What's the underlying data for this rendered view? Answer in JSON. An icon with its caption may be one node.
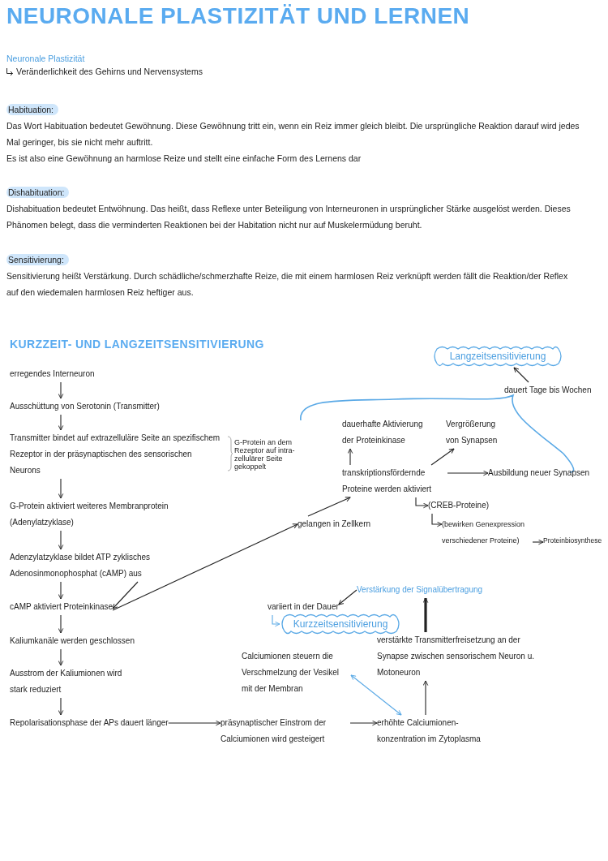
{
  "diagram": {
    "title": "NEURONALE PLASTIZITÄT UND LERNEN",
    "nodes": [
      {
        "text": [
          "erregendes Interneuron"
        ]
      },
      {
        "text": [
          "Ausschüttung von Serotonin (Transmitter)"
        ]
      },
      {
        "text": [
          "Transmitter bindet auf extrazelluläre Seite an spezifischem Rezeptor in der präsynaptischen des sensorischen Neurons"
        ],
        "beside": [
          "G-Protein an dem Rezeptor auf intra-zellulärer Seite gekoppelt"
        ]
      },
      {
        "text": [
          "G-Protein aktiviert weiteres Membranprotein (Adenylatzyklase)"
        ]
      },
      {
        "text": [
          "Adenzylatzyklase bildet ATP zyklisches Adenosinmonophosphat (cAMP) aus"
        ]
      },
      {
        "text": [
          "cAMP aktiviert Proteinkinase"
        ]
      },
      {
        "text": [
          "Kaliumkanäle werden geschlossen"
        ]
      },
      {
        "text": [
          "Ausstrom der Kaliumionen wird stark reduziert"
        ]
      },
      {
        "text": [
          "Repolarisationsphase der APs dauert länger"
        ]
      },
      {
        "text": [
          "präsynaptischer Einstrom der Calciumionen wird gesteigert"
        ]
      },
      {
        "text": [
          "erhöhte Calciumionen-konzentration im Zytoplasma"
        ]
      },
      {
        "text": [
          "Calciumionen steuern die Verschmelzung der Vesikel mit der Membran"
        ]
      },
      {
        "text": [
          "verstärkte Transmitterfreisetzung an der Synapse zwischen sensorischem Neuron u. Motoneuron"
        ]
      },
      {
        "text": [
          "Verstärkung der Signalübertragung"
        ]
      },
      {
        "text": [
          "Kurzzeitsensitivierung"
        ]
      },
      {
        "text": [
          "variiert in der Dauer"
        ]
      },
      {
        "text": [
          "gelangen in Zellkern"
        ]
      },
      {
        "text": [
          "transkriptionsfördernde Proteine werden aktiviert"
        ]
      },
      {
        "text": [
          "dauerhafte Aktivierung der Proteinkinase"
        ]
      },
      {
        "text": [
          "Vergrößerung von Synapsen"
        ]
      },
      {
        "text": [
          "Ausbildung neuer Synapsen"
        ]
      },
      {
        "text": [
          "(CREB-Proteine)"
        ]
      },
      {
        "text": [
          "(bewirken Genexpression verschiedener Proteine)"
        ]
      },
      {
        "text": [
          "Proteinbiosynthese"
        ]
      },
      {
        "text": [
          "Langzeitsensitivierung"
        ]
      },
      {
        "text": [
          "dauert Tage bis Wochen"
        ]
      }
    ],
    "edges": [
      {
        "from": 0,
        "to": 1,
        "arrow": "to"
      },
      {
        "from": 1,
        "to": 2,
        "arrow": "to"
      },
      {
        "from": 2,
        "to": 3,
        "arrow": "to"
      },
      {
        "from": 3,
        "to": 4,
        "arrow": "to"
      },
      {
        "from": 4,
        "to": 5,
        "arrow": "to"
      },
      {
        "from": 5,
        "to": 6,
        "arrow": "to"
      },
      {
        "from": 6,
        "to": 7,
        "arrow": "to"
      },
      {
        "from": 7,
        "to": 8,
        "arrow": "to"
      },
      {
        "from": 4,
        "to": 5,
        "arrow": "to"
      },
      {
        "from": 5,
        "to": 16,
        "arrow": "to"
      },
      {
        "from": 8,
        "to": 9,
        "arrow": "to"
      },
      {
        "from": 9,
        "to": 10,
        "arrow": "to"
      },
      {
        "from": 10,
        "to": 12,
        "arrow": "to"
      },
      {
        "from": 10,
        "to": 11,
        "arrow": "both",
        "color": "#5aa9e6"
      },
      {
        "from": 12,
        "to": 13,
        "arrow": "to",
        "style": "thick"
      },
      {
        "from": 13,
        "to": 15,
        "arrow": "to"
      },
      {
        "from": 15,
        "to": 14,
        "arrow": "to",
        "color": "#5aa9e6"
      },
      {
        "from": 16,
        "to": 17,
        "arrow": "to"
      },
      {
        "from": 17,
        "to": 18,
        "arrow": "to"
      },
      {
        "from": 17,
        "to": 19,
        "arrow": "to"
      },
      {
        "from": 17,
        "to": 20,
        "arrow": "to"
      },
      {
        "from": 17,
        "to": 21,
        "arrow": "to"
      },
      {
        "from": 21,
        "to": 22,
        "arrow": "to"
      },
      {
        "from": 22,
        "to": 23,
        "arrow": "to"
      },
      {
        "from": 25,
        "to": 24,
        "arrow": "to"
      }
    ],
    "labels": [
      "Neuronale Plastizität",
      "Veränderlichkeit des Gehirns und Nervensystems",
      "Habituation:",
      "Das Wort Habituation bedeutet Gewöhnung. Diese Gewöhnung tritt ein, wenn ein Reiz immer gleich bleibt. Die ursprüngliche Reaktion darauf wird jedes Mal geringer, bis sie nicht mehr auftritt.",
      "Es ist also eine Gewöhnung an harmlose Reize und stellt eine einfache Form des Lernens dar",
      "Dishabituation:",
      "Dishabituation bedeutet Entwöhnung. Das heißt, dass Reflexe unter Beteiligung von Interneuronen in ursprünglicher Stärke ausgelöst werden. Dieses Phänomen belegt, dass die verminderten Reaktionen bei der Habitation nicht nur auf Muskelermüdung beruht.",
      "Sensitivierung:",
      "Sensitivierung heißt Verstärkung. Durch schädliche/schmerzhafte Reize, die mit einem harmlosen Reiz verknüpft werden fällt die Reaktion/der Reflex auf den wiedemalen harmlosen Reiz heftiger aus.",
      "KURZZEIT- UND LANGZEITSENSITIVIERUNG"
    ]
  }
}
